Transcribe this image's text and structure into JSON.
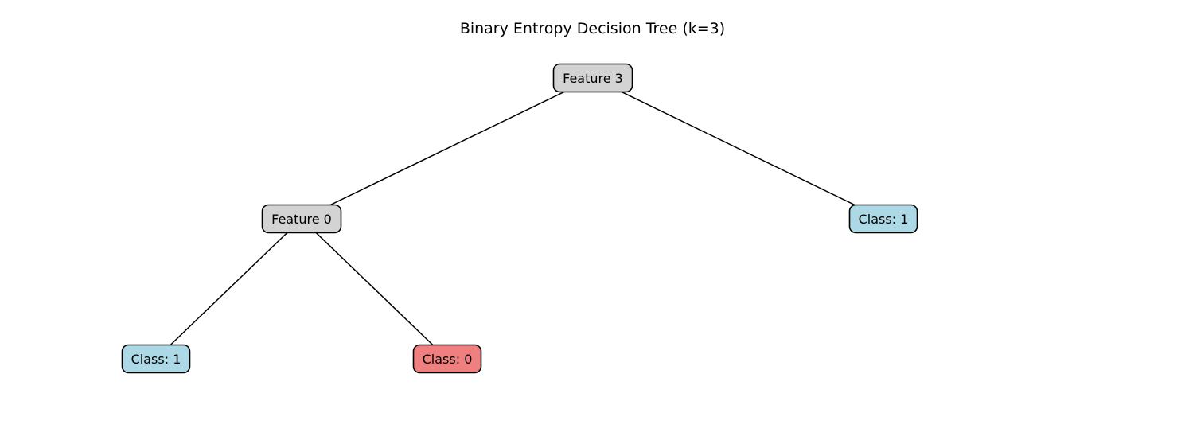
{
  "title": "Binary Entropy Decision Tree (k=3)",
  "colors": {
    "internal_node": "#d3d3d3",
    "class_1_leaf": "#add8e6",
    "class_0_leaf": "#f08080",
    "edge": "#000000"
  },
  "tree": {
    "nodes": [
      {
        "id": "root",
        "label": "Feature 3",
        "type": "internal"
      },
      {
        "id": "left",
        "label": "Feature 0",
        "type": "internal"
      },
      {
        "id": "right",
        "label": "Class: 1",
        "type": "leaf",
        "class": 1
      },
      {
        "id": "left-left",
        "label": "Class: 1",
        "type": "leaf",
        "class": 1
      },
      {
        "id": "left-right",
        "label": "Class: 0",
        "type": "leaf",
        "class": 0
      }
    ],
    "edges": [
      {
        "from": "root",
        "to": "left"
      },
      {
        "from": "root",
        "to": "right"
      },
      {
        "from": "left",
        "to": "left-left"
      },
      {
        "from": "left",
        "to": "left-right"
      }
    ]
  }
}
